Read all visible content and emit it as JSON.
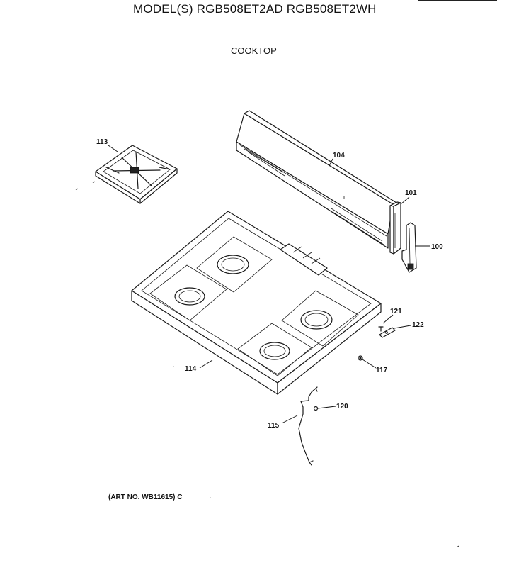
{
  "header": {
    "model_title": "MODEL(S) RGB508ET2AD  RGB508ET2WH",
    "section_title": "COOKTOP"
  },
  "parts": [
    {
      "id": "p113",
      "label": "113",
      "name": "burner-grate"
    },
    {
      "id": "p104",
      "label": "104",
      "name": "backguard"
    },
    {
      "id": "p101",
      "label": "101",
      "name": "end-cap-bracket"
    },
    {
      "id": "p100",
      "label": "100",
      "name": "end-cap"
    },
    {
      "id": "p114",
      "label": "114",
      "name": "cooktop"
    },
    {
      "id": "p121",
      "label": "121",
      "name": "screw"
    },
    {
      "id": "p122",
      "label": "122",
      "name": "hinge"
    },
    {
      "id": "p117",
      "label": "117",
      "name": "bumper"
    },
    {
      "id": "p120",
      "label": "120",
      "name": "clip"
    },
    {
      "id": "p115",
      "label": "115",
      "name": "support-rod"
    }
  ],
  "footer": {
    "art_number": "(ART NO. WB11615) C"
  }
}
